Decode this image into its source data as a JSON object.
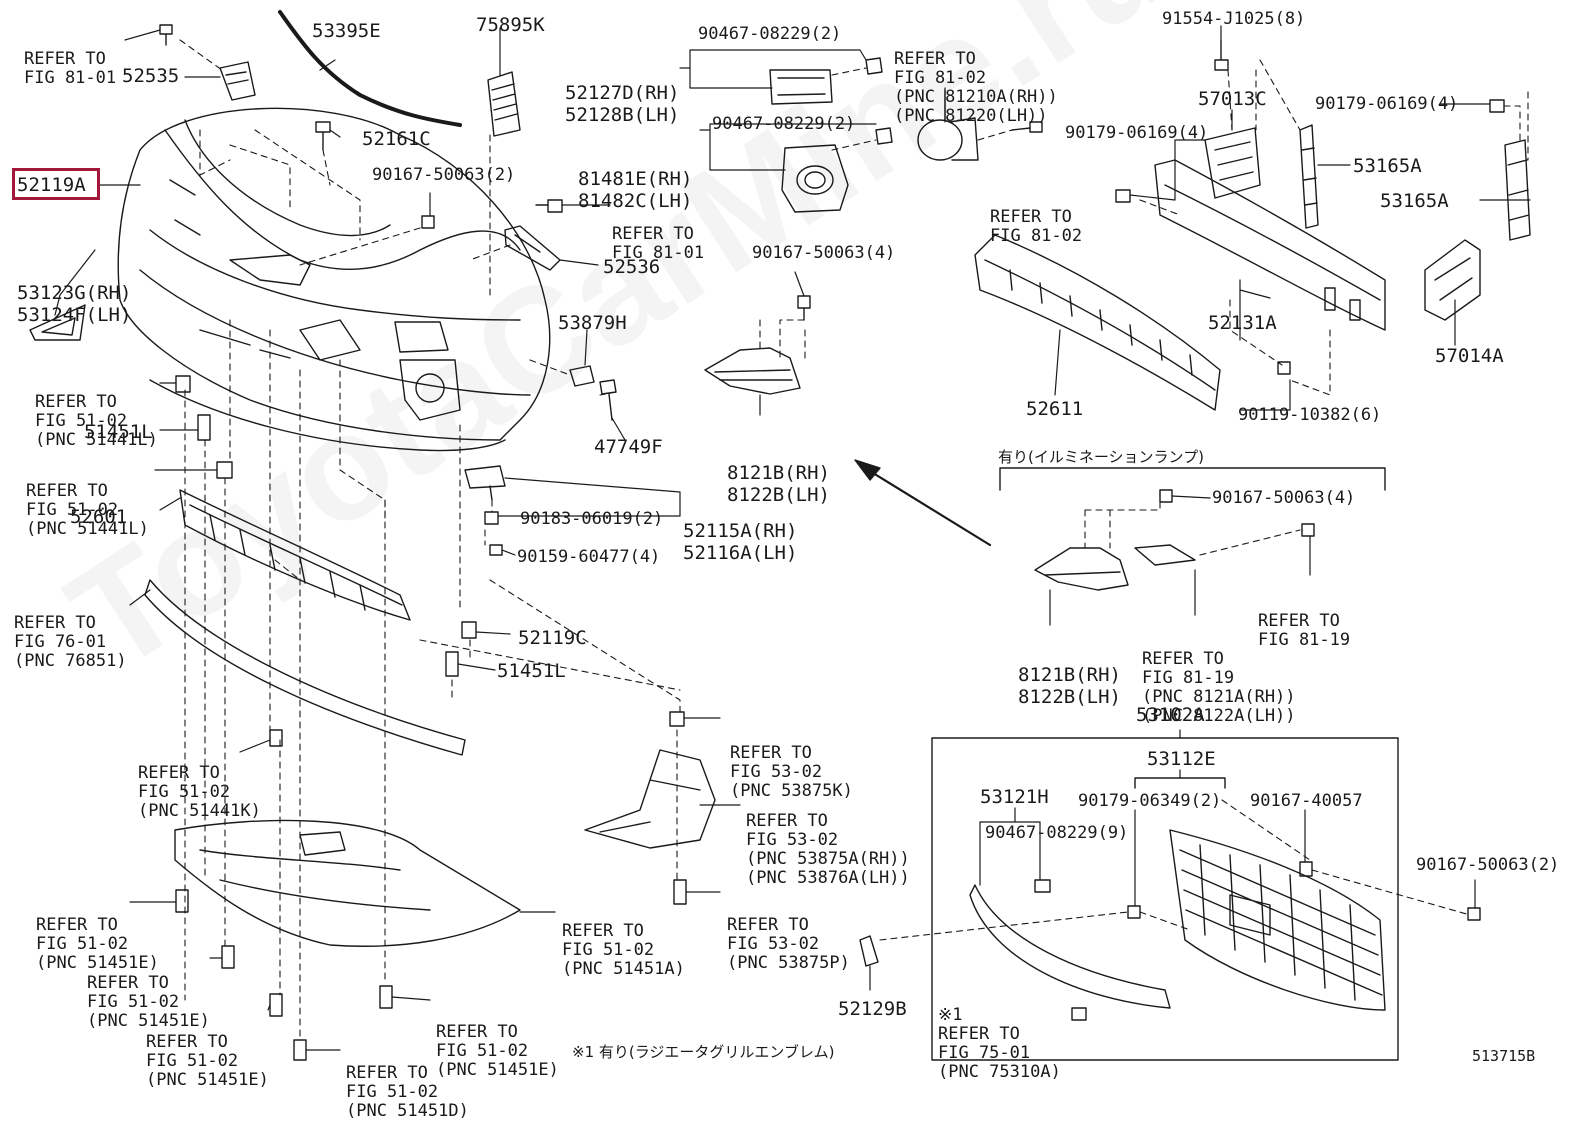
{
  "watermark": "ToyotaCarMine.ru",
  "figure_id": "513715B",
  "highlighted_part": "52119A",
  "labels": {
    "ref_81_01_a": [
      "REFER TO",
      "FIG 81-01"
    ],
    "p52535": "52535",
    "p53395e": "53395E",
    "p75895k": "75895K",
    "p52127d": [
      "52127D(RH)",
      "52128B(LH)"
    ],
    "b90467_a": "90467-08229(2)",
    "ref_81_02_a": [
      "REFER TO",
      "FIG 81-02",
      "(PNC 81210A(RH))",
      "(PNC 81220(LH))"
    ],
    "b91554": "91554-J1025(8)",
    "p57013c": "57013C",
    "b90179_a": "90179-06169(4)",
    "p52119a": "52119A",
    "p52161c": "52161C",
    "b90167_a": "90167-50063(2)",
    "ref_81_01_b": [
      "REFER TO",
      "FIG 81-01"
    ],
    "p81481e": [
      "81481E(RH)",
      "81482C(LH)"
    ],
    "b90467_b": "90467-08229(2)",
    "ref_81_02_b": [
      "REFER TO",
      "FIG 81-02"
    ],
    "b90179_b": "90179-06169(4)",
    "p53165a_1": "53165A",
    "p53165a_2": "53165A",
    "p53123g": [
      "53123G(RH)",
      "53124F(LH)"
    ],
    "p52536": "52536",
    "b90167_b": "90167-50063(4)",
    "p52131a": "52131A",
    "p57014a": "57014A",
    "p53879h": "53879H",
    "ref_51_02_a": [
      "REFER TO",
      "FIG 51-02",
      "(PNC 51441L)"
    ],
    "p47749f": "47749F",
    "p8121b_a": [
      "8121B(RH)",
      "8122B(LH)"
    ],
    "p52611": "52611",
    "b90119": "90119-10382(6)",
    "p51451l_a": "51451L",
    "ref_51_02_b": [
      "REFER TO",
      "FIG 51-02",
      "(PNC 51441L)"
    ],
    "p52115a": [
      "52115A(RH)",
      "52116A(LH)"
    ],
    "jp_illum": "有り(イルミネーションランプ)",
    "p52601": "52601",
    "b90183": "90183-06019(2)",
    "b90167_c": "90167-50063(4)",
    "b90159": "90159-60477(4)",
    "ref_76_01": [
      "REFER TO",
      "FIG 76-01",
      "(PNC 76851)"
    ],
    "ref_81_19_a": [
      "REFER TO",
      "FIG 81-19"
    ],
    "p52119c": "52119C",
    "p8121b_b": [
      "8121B(RH)",
      "8122B(LH)"
    ],
    "ref_81_19_b": [
      "REFER TO",
      "FIG 81-19",
      "(PNC 8121A(RH))",
      "(PNC 8122A(LH))"
    ],
    "p51451l_b": "51451L",
    "p53102a": "53102A",
    "ref_53_02_a": [
      "REFER TO",
      "FIG 53-02",
      "(PNC 53875K)"
    ],
    "ref_51_02_c": [
      "REFER TO",
      "FIG 51-02",
      "(PNC 51441K)"
    ],
    "p53112e": "53112E",
    "ref_53_02_b": [
      "REFER TO",
      "FIG 53-02",
      "(PNC 53875A(RH))",
      "(PNC 53876A(LH))"
    ],
    "p53121h": "53121H",
    "b90179_c": "90179-06349(2)",
    "b90167_d": "90167-40057",
    "b90467_c": "90467-08229(9)",
    "b90167_e": "90167-50063(2)",
    "ref_51_02_d": [
      "REFER TO",
      "FIG 51-02",
      "(PNC 51451E)"
    ],
    "ref_51_02_e": [
      "REFER TO",
      "FIG 51-02",
      "(PNC 51451A)"
    ],
    "ref_53_02_c": [
      "REFER TO",
      "FIG 53-02",
      "(PNC 53875P)"
    ],
    "ref_51_02_f": [
      "REFER TO",
      "FIG 51-02",
      "(PNC 51451E)"
    ],
    "p52129b": "52129B",
    "ref_51_02_g": [
      "REFER TO",
      "FIG 51-02",
      "(PNC 51451E)"
    ],
    "ref_51_02_h": [
      "REFER TO",
      "FIG 51-02",
      "(PNC 51451E)"
    ],
    "ref_75_01": [
      "※1",
      "REFER TO",
      "FIG 75-01",
      "(PNC 75310A)"
    ],
    "ref_51_02_i": [
      "REFER TO",
      "FIG 51-02",
      "(PNC 51451D)"
    ],
    "jp_footnote": "※1 有り(ラジエータグリルエンブレム)"
  }
}
